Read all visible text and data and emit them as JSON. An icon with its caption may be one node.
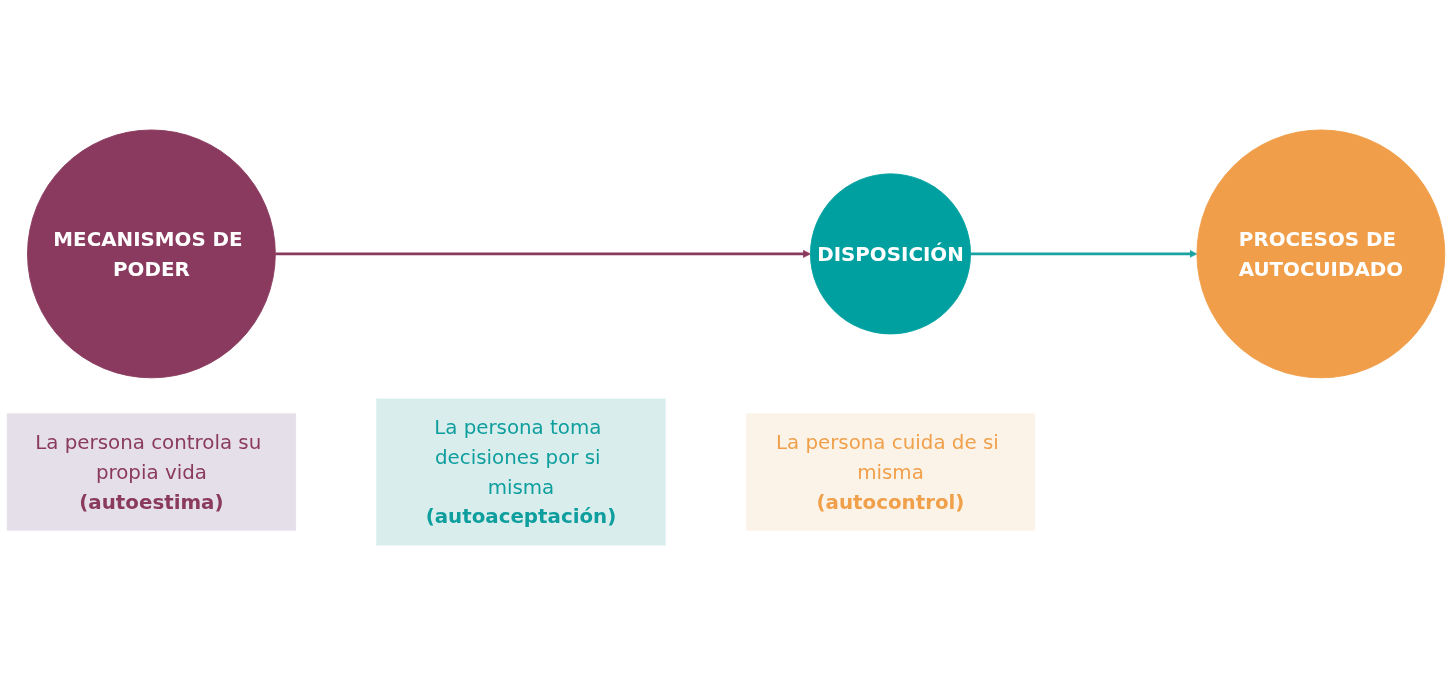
{
  "diagram": {
    "nodes": [
      {
        "text": [
          "La persona controla su propia vida",
          "(autoestima)"
        ]
      },
      {
        "text": [
          "MECANISMOS DE PODER"
        ]
      },
      {
        "text": [
          "La persona toma decisiones por si misma",
          "(autoaceptación)"
        ]
      },
      {
        "text": [
          "DISPOSICIÓN"
        ]
      },
      {
        "text": [
          "La persona cuida de si misma",
          "(autocontrol)"
        ]
      },
      {
        "text": [
          "PROCESOS DE AUTOCUIDADO"
        ]
      }
    ],
    "edges": [
      {
        "from": 1,
        "to": 3,
        "arrow": "to",
        "color": "#8a3a5e"
      },
      {
        "from": 3,
        "to": 5,
        "arrow": "to",
        "color": "#1aa3a3"
      }
    ]
  }
}
